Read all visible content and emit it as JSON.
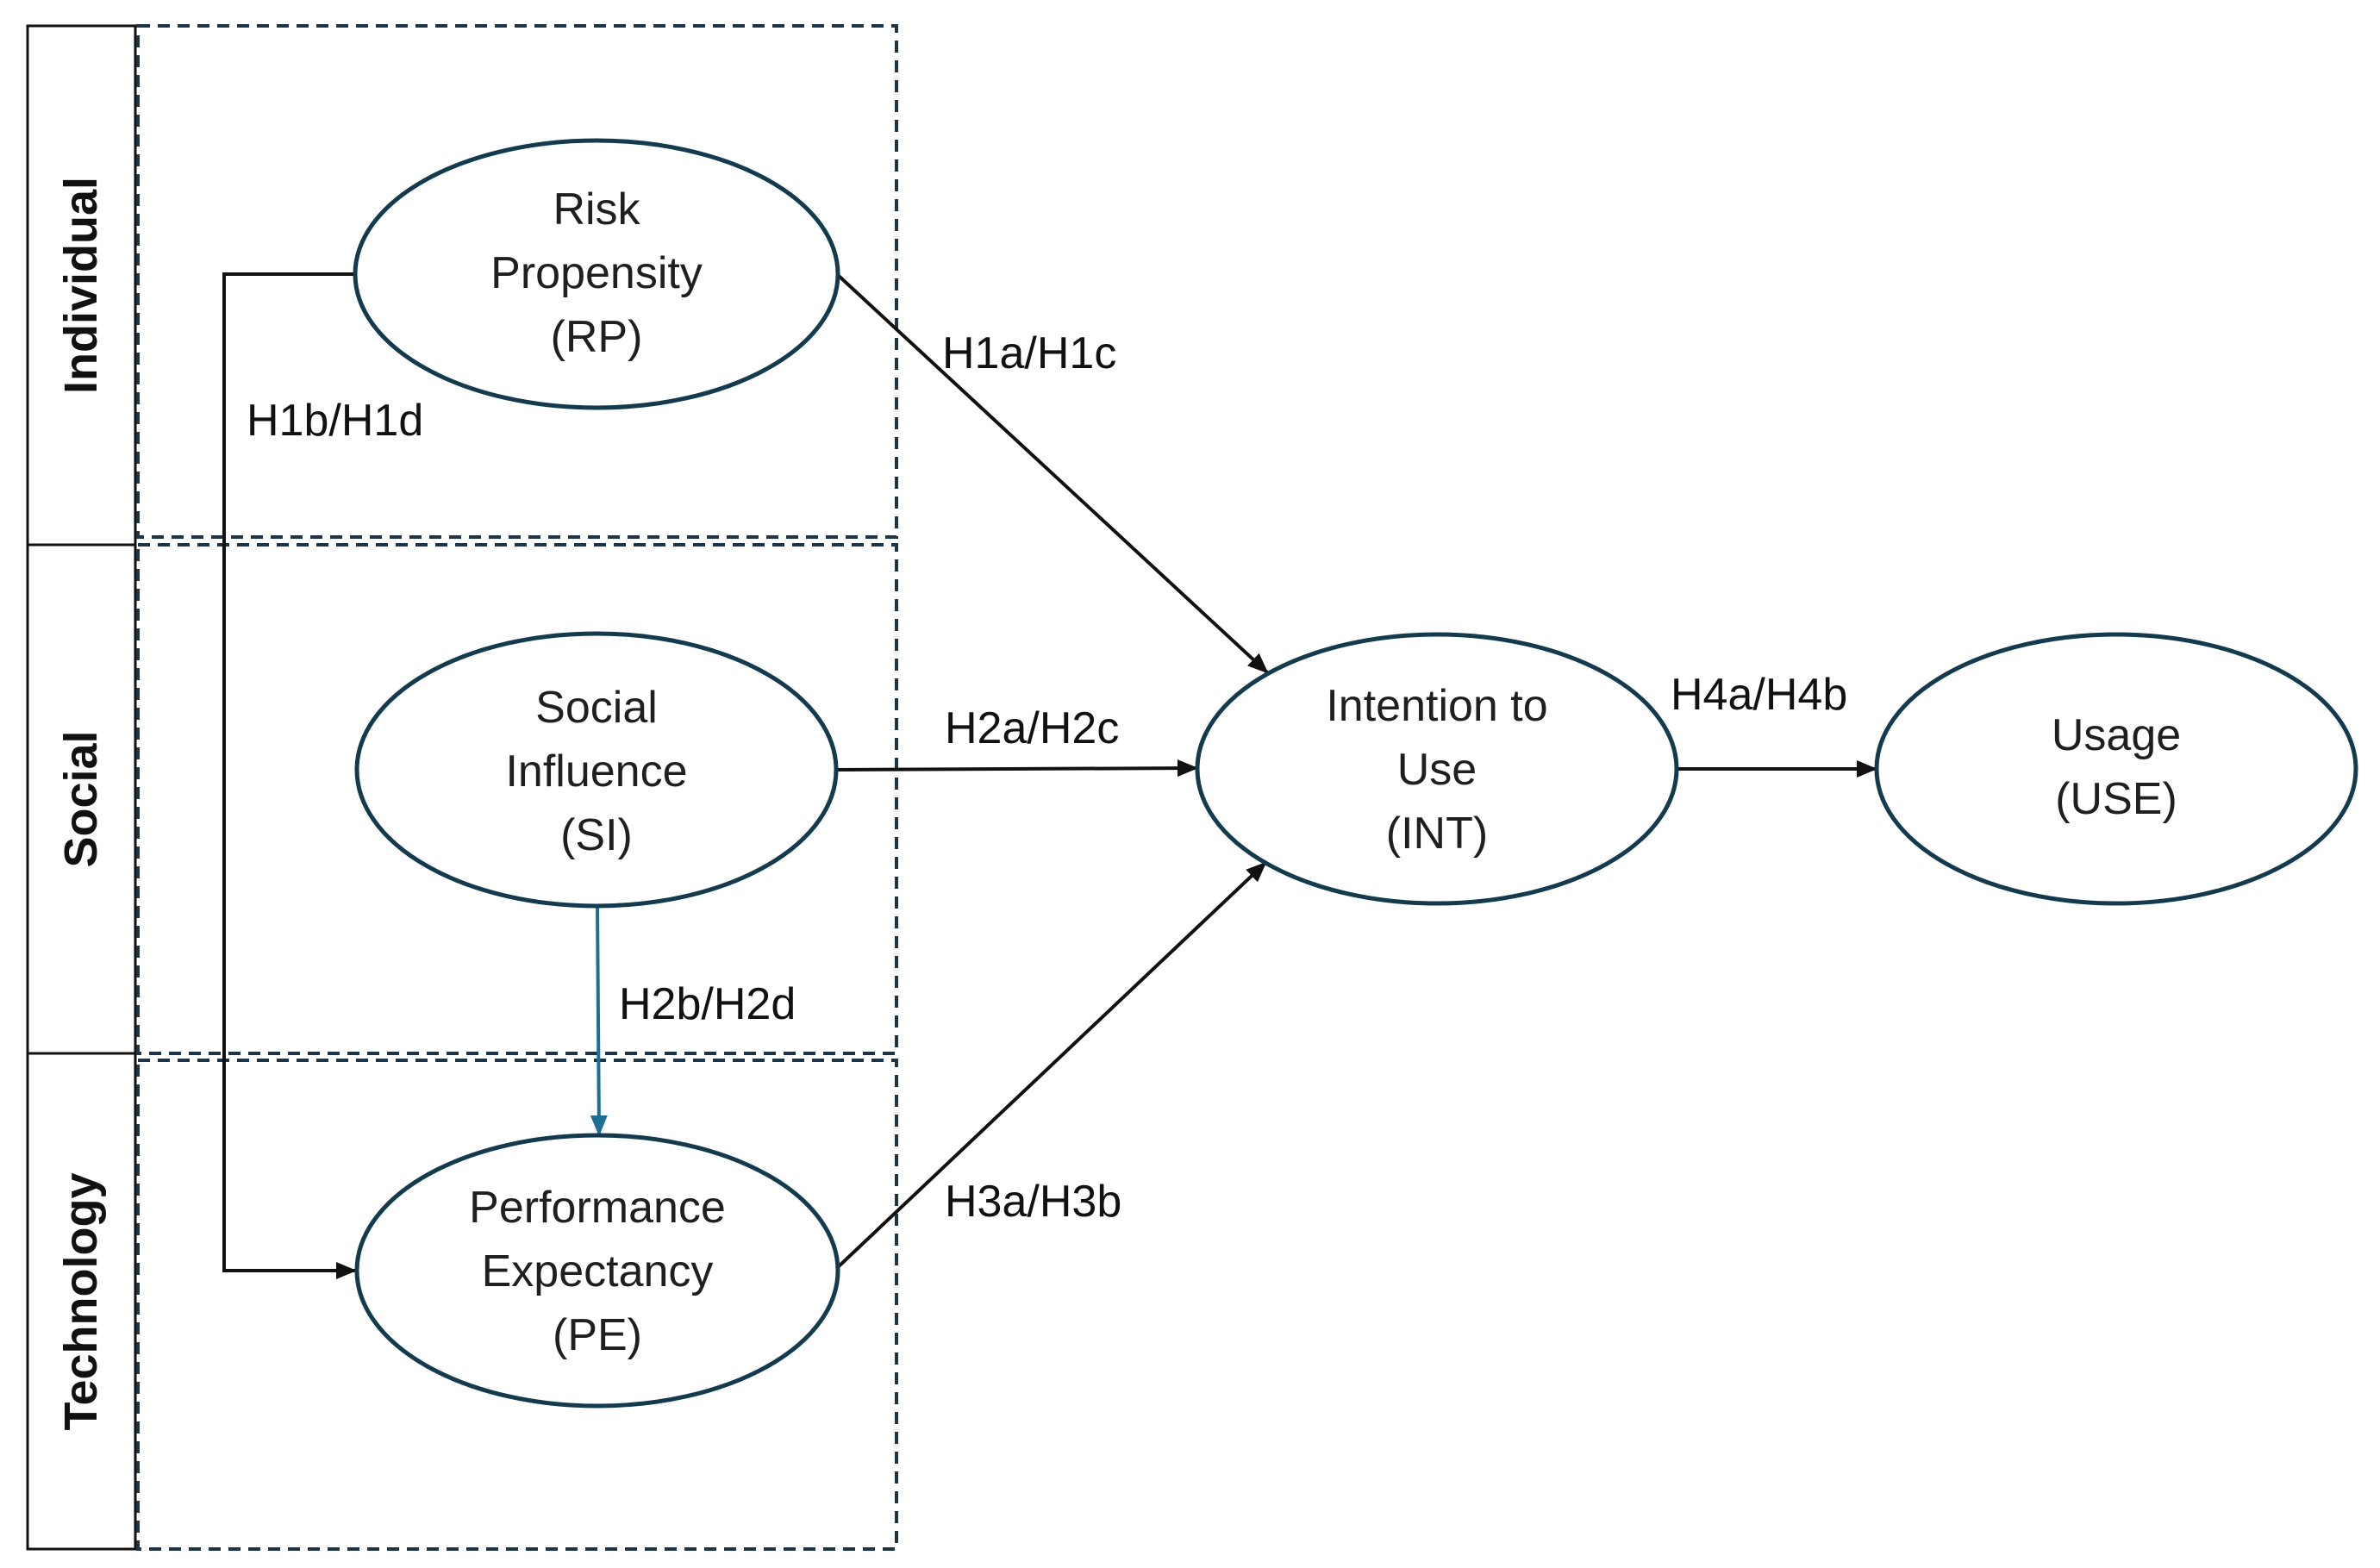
{
  "bands": [
    {
      "id": "individual",
      "label": "Individual"
    },
    {
      "id": "social",
      "label": "Social"
    },
    {
      "id": "technology",
      "label": "Technology"
    }
  ],
  "nodes": {
    "rp": {
      "lines": [
        "Risk",
        "Propensity",
        "(RP)"
      ]
    },
    "si": {
      "lines": [
        "Social",
        "Influence",
        "(SI)"
      ]
    },
    "pe": {
      "lines": [
        "Performance",
        "Expectancy",
        "(PE)"
      ]
    },
    "int": {
      "lines": [
        "Intention to",
        "Use",
        "(INT)"
      ]
    },
    "use": {
      "lines": [
        "Usage",
        "(USE)"
      ]
    }
  },
  "edges": [
    {
      "id": "rp-int",
      "from": "rp",
      "to": "int",
      "label": "H1a/H1c"
    },
    {
      "id": "rp-pe",
      "from": "rp",
      "to": "pe",
      "label": "H1b/H1d"
    },
    {
      "id": "si-int",
      "from": "si",
      "to": "int",
      "label": "H2a/H2c"
    },
    {
      "id": "si-pe",
      "from": "si",
      "to": "pe",
      "label": "H2b/H2d"
    },
    {
      "id": "pe-int",
      "from": "pe",
      "to": "int",
      "label": "H3a/H3b"
    },
    {
      "id": "int-use",
      "from": "int",
      "to": "use",
      "label": "H4a/H4b"
    }
  ],
  "colors": {
    "ellipse_stroke": "#143a4e",
    "edge": "#111111",
    "edge_highlight": "#1f6e95",
    "dashed_box": "#1d3446"
  }
}
